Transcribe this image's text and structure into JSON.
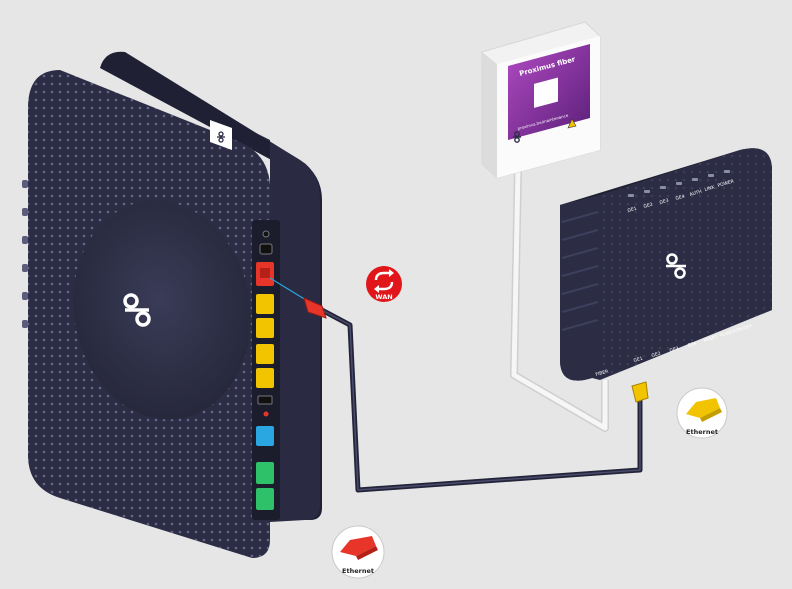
{
  "colors": {
    "background": "#e6e6e6",
    "device_body": "#2c2d45",
    "device_dark": "#1f2033",
    "wan_port": "#e8352a",
    "lan_yellow": "#f2c400",
    "lan_blue": "#2aa7e0",
    "lan_green": "#2fc16a",
    "cable_dark": "#23243a",
    "cable_light": "#f4f4f4",
    "fiber_box_purple": "#8b2ea3",
    "badge_red": "#e0161b"
  },
  "icons": {
    "router_logo": "proximus-logo-icon",
    "wan_badge": "wan-sync-icon",
    "ethernet_plug": "ethernet-plug-icon"
  },
  "fiber_box": {
    "brand_text": "Proximus fiber",
    "url_text": "proximus.be/maintenance"
  },
  "wan_badge": {
    "label": "WAN"
  },
  "ont": {
    "led_labels": [
      "GE1",
      "GE2",
      "GE3",
      "GE4",
      "AUTH",
      "LINK",
      "POWER"
    ],
    "port_labels": [
      "GE1",
      "GE2",
      "GE3",
      "GE4",
      "RESET",
      "POWER",
      "ON/OFF"
    ],
    "fiber_label": "FIBER"
  },
  "callouts": {
    "ethernet_left": "Ethernet",
    "ethernet_right": "Ethernet"
  }
}
